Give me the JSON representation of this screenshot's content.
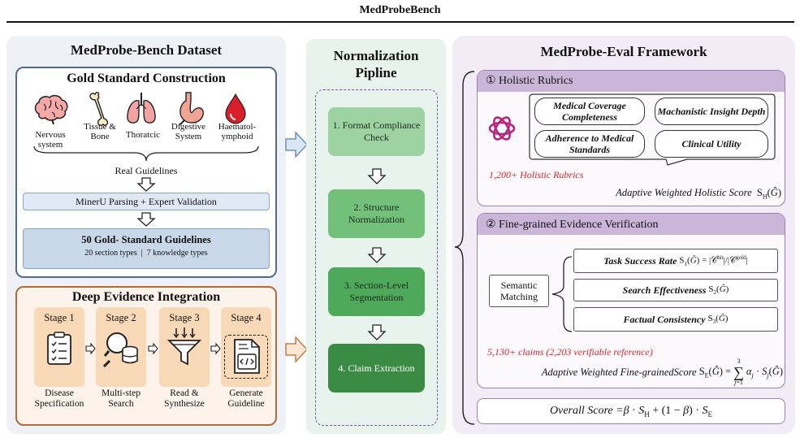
{
  "header": {
    "title": "MedProbeBench"
  },
  "left": {
    "title": "MedProbe-Bench Dataset",
    "gold": {
      "title": "Gold Standard Construction",
      "organs": [
        {
          "label": "Nervous system",
          "icon": "brain-icon"
        },
        {
          "label": "Tissue & Bone",
          "icon": "bone-icon"
        },
        {
          "label": "Thoratcic",
          "icon": "lungs-icon"
        },
        {
          "label": "Digestive System",
          "icon": "stomach-icon"
        },
        {
          "label": "Haematol-ymphoid",
          "icon": "blood-drop-icon"
        }
      ],
      "real_guidelines": "Real Guidelines",
      "parsing": "MinerU Parsing + Expert Validation",
      "result_title": "50 Gold- Standard Guidelines",
      "result_sub": "20 section types  |  7 knowledge types"
    },
    "deep": {
      "title": "Deep Evidence Integration",
      "stages": [
        {
          "title": "Stage 1",
          "label": "Disease Specification",
          "icon": "checklist-icon"
        },
        {
          "title": "Stage 2",
          "label": "Multi-step Search",
          "icon": "search-database-icon"
        },
        {
          "title": "Stage 3",
          "label": "Read & Synthesize",
          "icon": "funnel-icon"
        },
        {
          "title": "Stage 4",
          "label": "Generate Guideline",
          "icon": "code-document-icon"
        }
      ]
    }
  },
  "middle": {
    "title": "Normalization Pipline",
    "steps": [
      "1. Format Compliance Check",
      "2. Structure Normalization",
      "3. Section-Level Segmentation",
      "4. Claim Extraction"
    ],
    "colors": [
      "#9dd3a2",
      "#72c07a",
      "#4fa95a",
      "#3a8c45"
    ]
  },
  "right": {
    "title": "MedProbe-Eval Framework",
    "holistic": {
      "title": "① Holistic Rubrics",
      "pills": [
        "Medical Coverage Completeness",
        "Machanistic Insight Depth",
        "Adherence to Medical Standards",
        "Clinical Utility"
      ],
      "count": "1,200+ Holistic Rubrics",
      "score_label": "Adaptive Weighted Holistic Score"
    },
    "fine": {
      "title": "② Fine-grained Evidence Verification",
      "semantic": "Semantic Matching",
      "metrics": [
        "Task Success Rate",
        "Search Effectiveness",
        "Factual Consistency"
      ],
      "count": "5,130+ claims (2,203 verifiable reference)",
      "score_label": "Adaptive Weighted Fine-grainedScore"
    },
    "overall_label": "Overall Score"
  }
}
